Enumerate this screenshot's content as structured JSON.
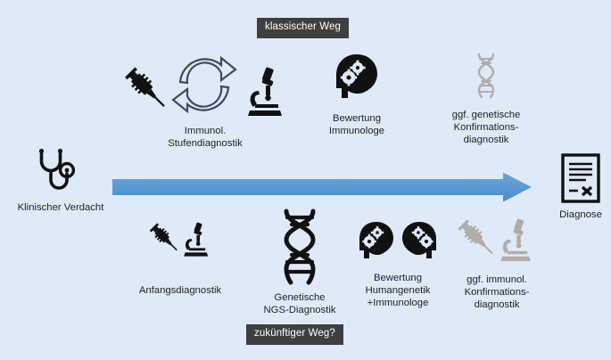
{
  "figure": {
    "background_color": "#dfeaf8",
    "arrow_color": "#5b9bd5",
    "icon_color_active": "#111111",
    "icon_color_optional": "#b3aca6",
    "badge_bg_color": "#3f3f3f",
    "badge_text_color": "#ffffff",
    "text_color": "#1f1f1f"
  },
  "badges": {
    "top": "klassischer Weg",
    "bottom": "zukünftiger Weg?"
  },
  "endpoints": {
    "start": {
      "label": "Klinischer Verdacht",
      "icon": "stethoscope-icon"
    },
    "end": {
      "label": "Diagnose",
      "icon": "diagnosis-document-icon"
    }
  },
  "flow_arrow": {
    "direction": "right",
    "color": "#5b9bd5"
  },
  "classic_path": {
    "name": "klassischer Weg",
    "steps": [
      {
        "id": "immunological-staged-diagnostics",
        "label": "Immunol.\nStufendiagnostik",
        "icons": [
          "syringe-icon",
          "cycle-arrows-icon",
          "microscope-icon"
        ],
        "optional": false
      },
      {
        "id": "evaluation-immunologist",
        "label": "Bewertung\nImmunologe",
        "icons": [
          "head-gears-icon"
        ],
        "optional": false
      },
      {
        "id": "genetic-confirmation-diagnostics",
        "label": "ggf. genetische\nKonfirmations-\ndiagnostik",
        "icons": [
          "dna-helix-icon"
        ],
        "optional": true
      }
    ]
  },
  "future_path": {
    "name": "zukünftiger Weg?",
    "steps": [
      {
        "id": "initial-diagnostics",
        "label": "Anfangsdiagnostik",
        "icons": [
          "syringe-icon",
          "microscope-icon"
        ],
        "optional": false
      },
      {
        "id": "genetic-ngs-diagnostics",
        "label": "Genetische\nNGS-Diagnostik",
        "icons": [
          "dna-helix-icon"
        ],
        "optional": false
      },
      {
        "id": "evaluation-human-genetics-immunologist",
        "label": "Bewertung\nHumangenetik\n+Immunologe",
        "icons": [
          "head-gears-icon",
          "head-gears-icon"
        ],
        "optional": false
      },
      {
        "id": "immunological-confirmation-diagnostics",
        "label": "ggf. immunol.\nKonfirmations-\ndiagnostik",
        "icons": [
          "syringe-icon",
          "microscope-icon"
        ],
        "optional": true
      }
    ]
  }
}
